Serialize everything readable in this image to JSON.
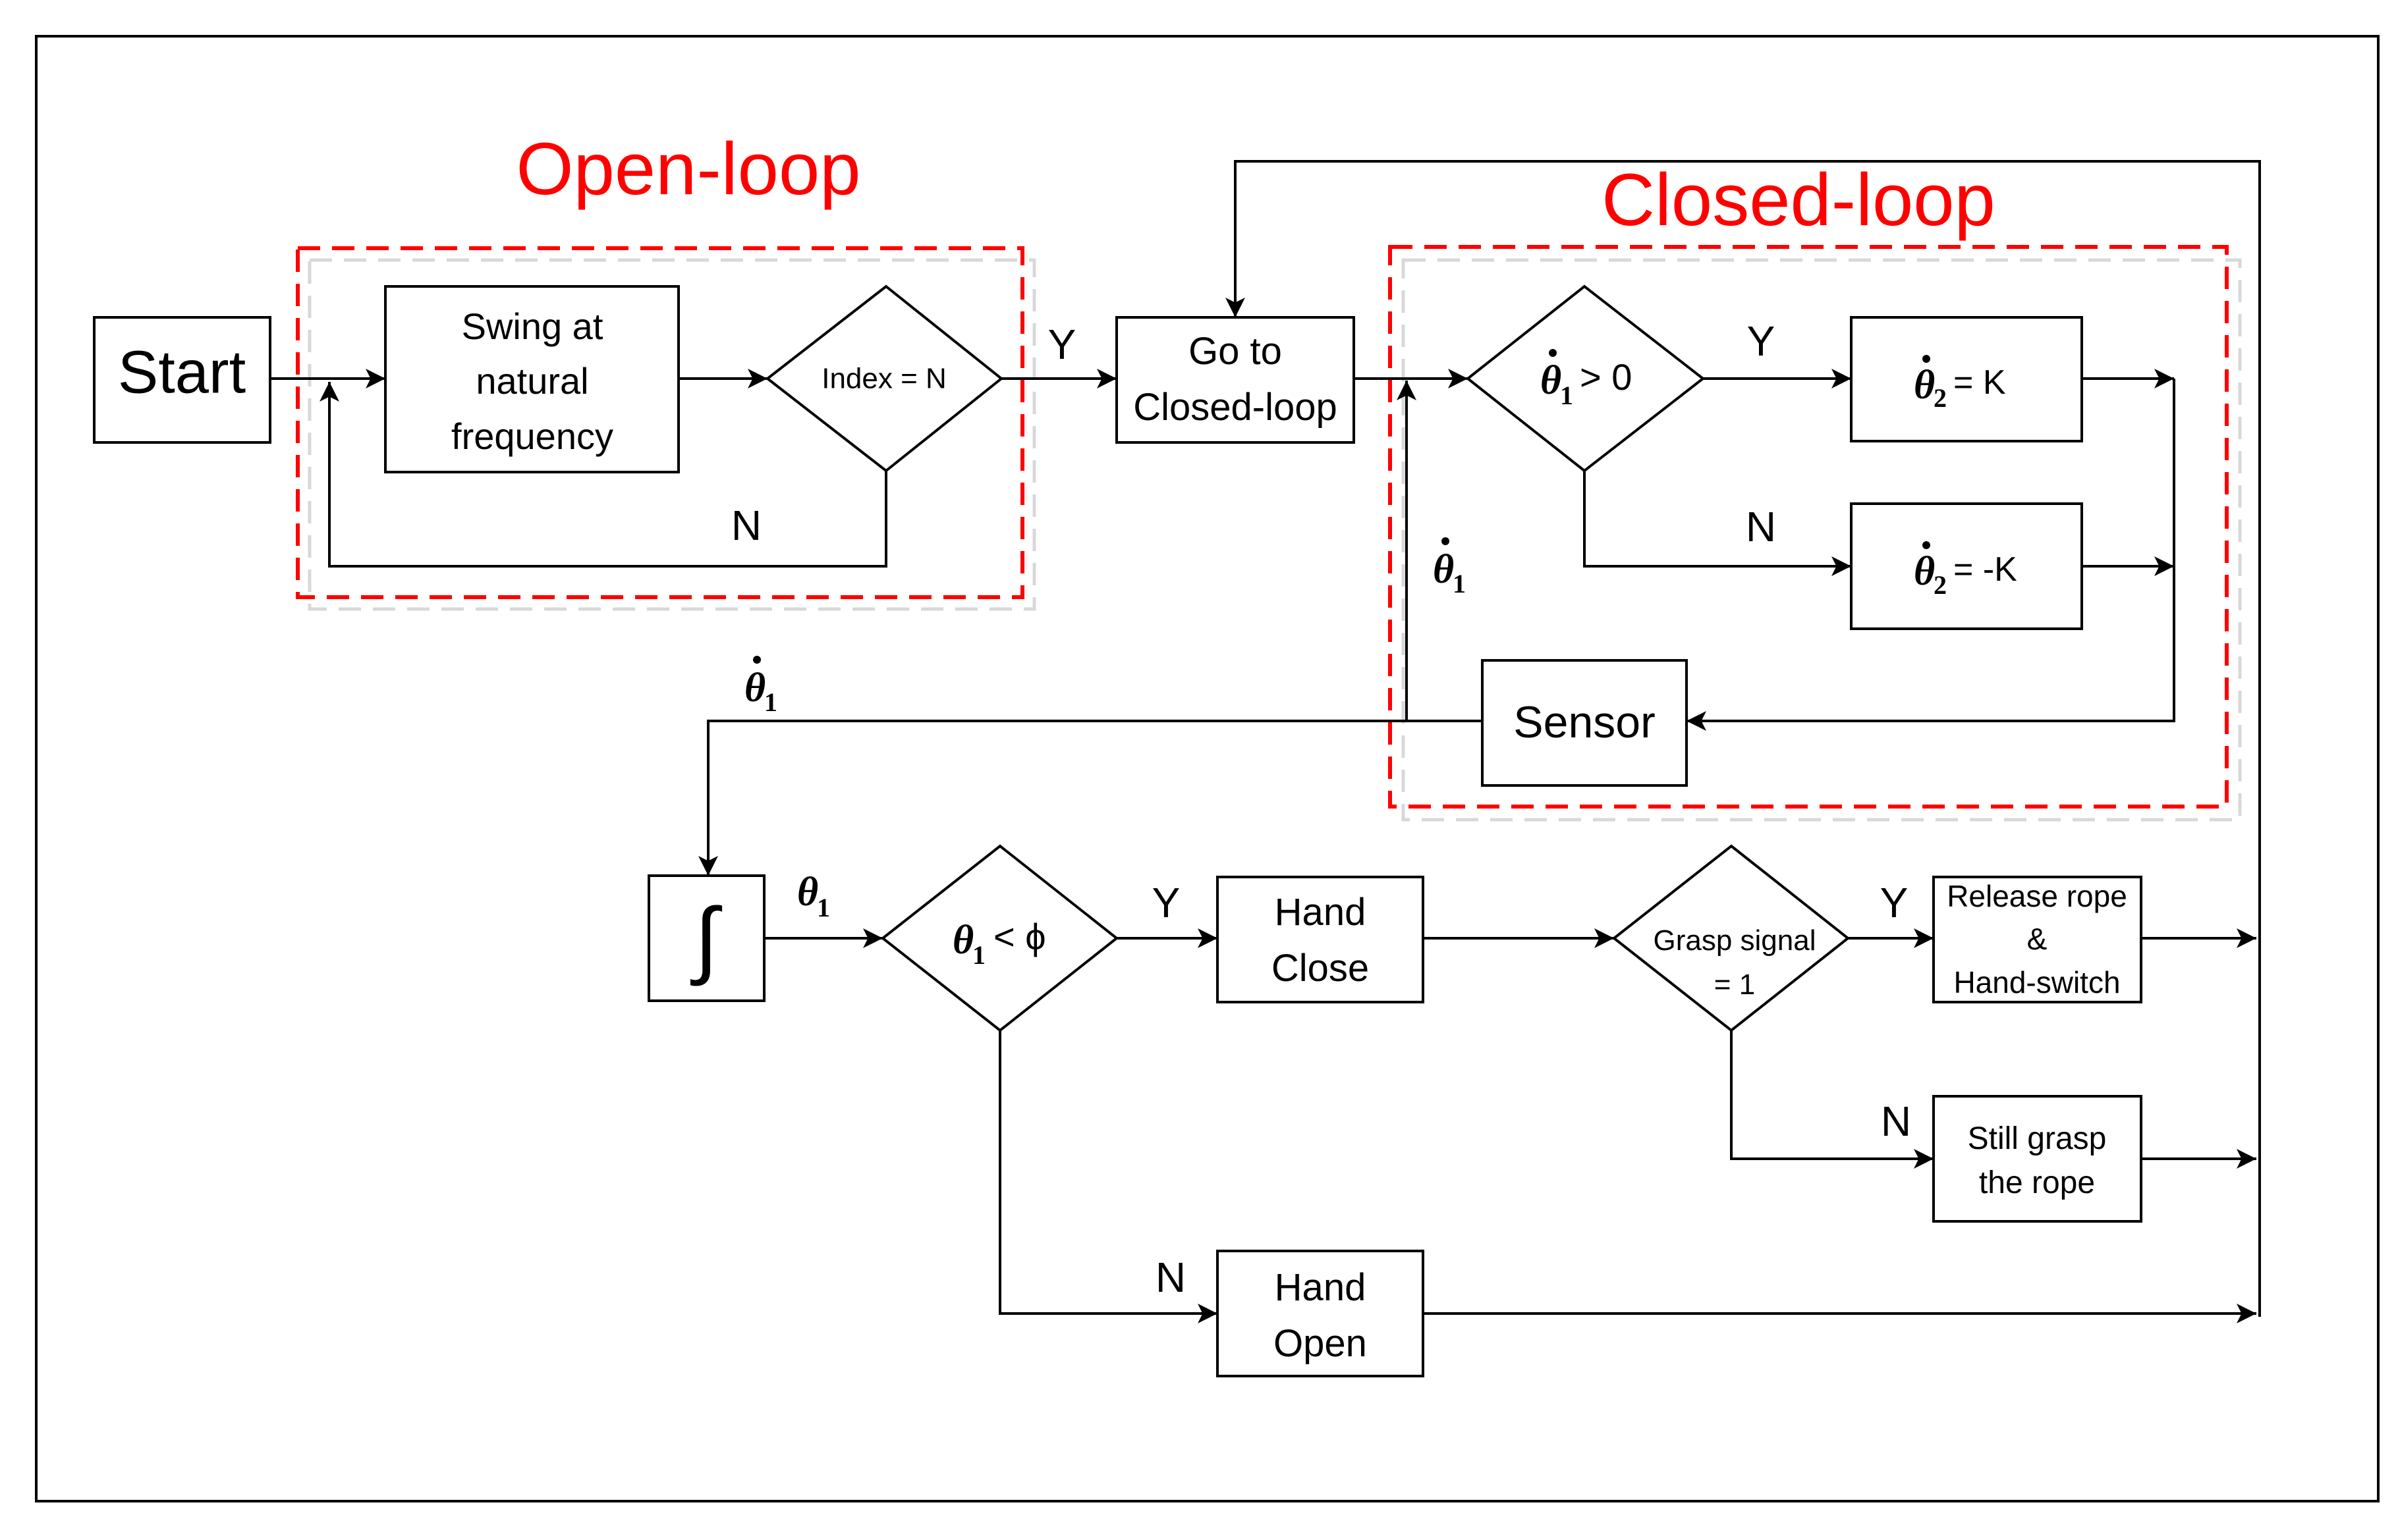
{
  "regions": {
    "open_loop": "Open-loop",
    "closed_loop": "Closed-loop"
  },
  "nodes": {
    "start": "Start",
    "swing": [
      "Swing at",
      "natural",
      "frequency"
    ],
    "index_check": "Index = N",
    "go_closed": [
      "Go to",
      "Closed-loop"
    ],
    "theta1dot_check": "> 0",
    "theta2dot_pos": "= K",
    "theta2dot_neg": "= -K",
    "sensor": "Sensor",
    "integrator": "∫",
    "theta1_check": "< ϕ",
    "hand_close": [
      "Hand",
      "Close"
    ],
    "grasp_check": [
      "Grasp signal",
      "= 1"
    ],
    "release": [
      "Release rope",
      "&",
      "Hand-switch"
    ],
    "still_grasp": [
      "Still grasp",
      "the rope"
    ],
    "hand_open": [
      "Hand",
      "Open"
    ]
  },
  "edge_labels": {
    "yes": "Y",
    "no": "N"
  },
  "symbols": {
    "theta": "θ",
    "sub1": "1",
    "sub2": "2"
  }
}
